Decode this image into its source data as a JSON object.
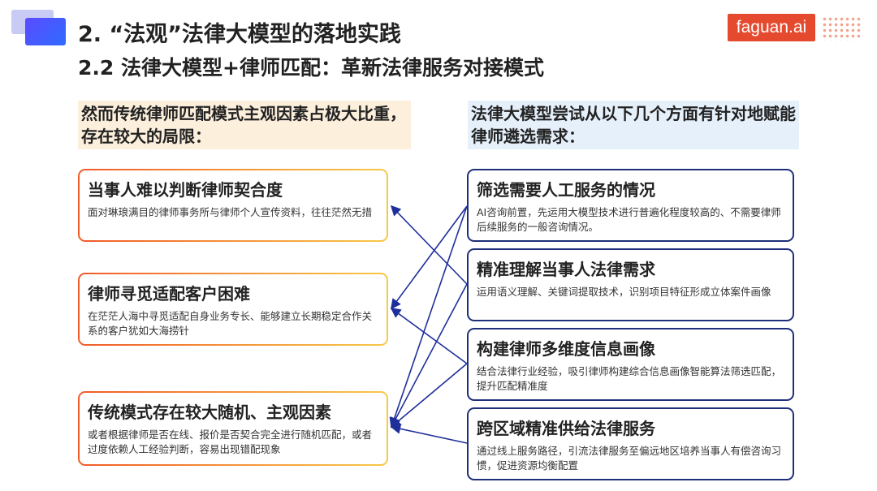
{
  "header": {
    "title": "2. “法观”法律大模型的落地实践",
    "subtitle": "2.2 法律大模型+律师匹配：革新法律服务对接模式",
    "logo": "faguan.ai"
  },
  "left": {
    "heading": "然而传统律师匹配模式主观因素占极大比重，存在较大的局限：",
    "items": [
      {
        "title": "当事人难以判断律师契合度",
        "desc": "面对琳琅满目的律师事务所与律师个人宣传资料，往往茫然无措"
      },
      {
        "title": "律师寻觅适配客户困难",
        "desc": "在茫茫人海中寻觅适配自身业务专长、能够建立长期稳定合作关系的客户犹如大海捞针"
      },
      {
        "title": "传统模式存在较大随机、主观因素",
        "desc": "或者根据律师是否在线、报价是否契合完全进行随机匹配，或者过度依赖人工经验判断，容易出现错配现象"
      }
    ]
  },
  "right": {
    "heading": "法律大模型尝试从以下几个方面有针对地赋能律师遴选需求：",
    "items": [
      {
        "title": "筛选需要人工服务的情况",
        "desc": "AI咨询前置，先运用大模型技术进行普遍化程度较高的、不需要律师后续服务的一般咨询情况。"
      },
      {
        "title": "精准理解当事人法律需求",
        "desc": "运用语义理解、关键词提取技术，识别项目特征形成立体案件画像"
      },
      {
        "title": "构建律师多维度信息画像",
        "desc": "结合法律行业经验，吸引律师构建综合信息画像智能算法筛选匹配，提升匹配精准度"
      },
      {
        "title": "跨区域精准供给法律服务",
        "desc": "通过线上服务路径，引流法律服务至偏远地区培养当事人有偿咨询习惯，促进资源均衡配置"
      }
    ]
  },
  "colors": {
    "accent_left": "#f15b2a",
    "accent_right": "#1f2f7a",
    "logo_bg": "#e64a2e"
  }
}
